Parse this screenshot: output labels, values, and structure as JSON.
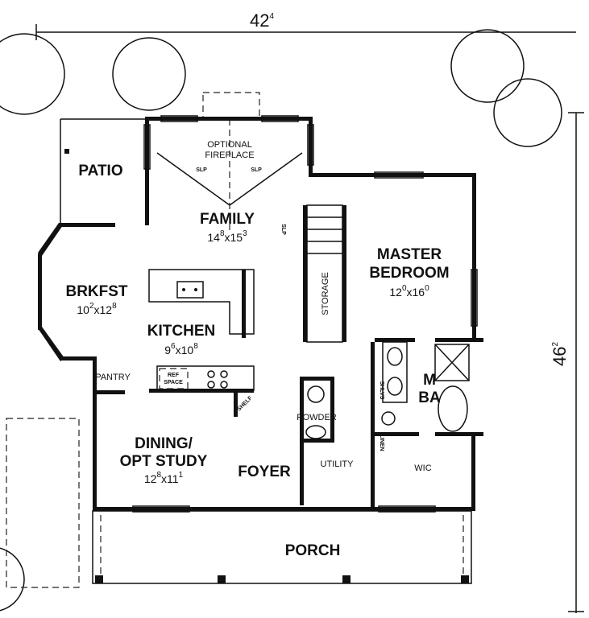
{
  "dimensions": {
    "width": {
      "main": "42",
      "sup": "4"
    },
    "depth": {
      "main": "46",
      "sup": "2"
    }
  },
  "rooms": {
    "patio": {
      "label": "PATIO"
    },
    "family": {
      "label": "FAMILY",
      "w": "14",
      "w_sup": "8",
      "d": "15",
      "d_sup": "3"
    },
    "fireplace": {
      "line1": "OPTIONAL",
      "line2": "FIREPLACE"
    },
    "brkfst": {
      "label": "BRKFST",
      "w": "10",
      "w_sup": "2",
      "d": "12",
      "d_sup": "8"
    },
    "kitchen": {
      "label": "KITCHEN",
      "w": "9",
      "w_sup": "6",
      "d": "10",
      "d_sup": "8"
    },
    "master": {
      "line1": "MASTER",
      "line2": "BEDROOM",
      "w": "12",
      "w_sup": "0",
      "d": "16",
      "d_sup": "0"
    },
    "dining": {
      "line1": "DINING/",
      "line2": "OPT STUDY",
      "w": "12",
      "w_sup": "8",
      "d": "11",
      "d_sup": "1"
    },
    "foyer": {
      "label": "FOYER"
    },
    "powder": {
      "label": "POWDER"
    },
    "utility": {
      "label": "UTILITY"
    },
    "mba": {
      "line1": "M",
      "line2": "BA"
    },
    "wic": {
      "label": "WIC"
    },
    "porch": {
      "label": "PORCH"
    },
    "pantry": {
      "label": "PANTRY"
    },
    "storage": {
      "label": "STORAGE"
    }
  },
  "annotations": {
    "slp": "SLP",
    "ref_space_1": "REF",
    "ref_space_2": "SPACE",
    "shelf": "SHELF",
    "shelves": "SHLVS",
    "linen": "LINEN"
  }
}
